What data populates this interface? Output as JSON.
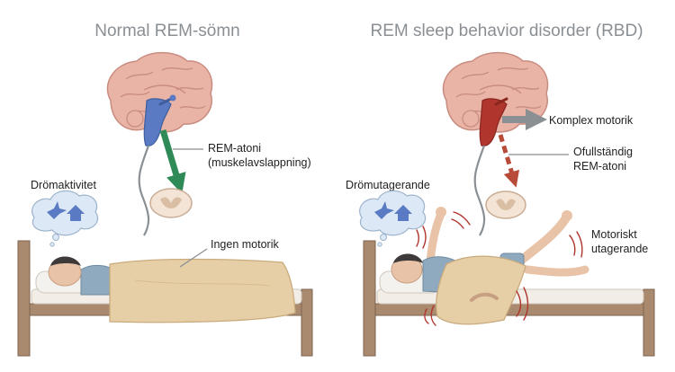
{
  "panels": {
    "left": {
      "title": "Normal REM-sömn",
      "atonia_line1": "REM-atoni",
      "atonia_line2": "(muskelavslappning)",
      "dream_label": "Drömaktivitet",
      "motor_label": "Ingen motorik"
    },
    "right": {
      "title": "REM sleep behavior disorder (RBD)",
      "complex_label": "Komplex motorik",
      "incomplete_line1": "Ofullständig",
      "incomplete_line2": "REM-atoni",
      "dream_label": "Drömutagerande",
      "acting_line1": "Motoriskt",
      "acting_line2": "utagerande"
    }
  },
  "colors": {
    "title_gray": "#8a8f94",
    "brain_pink": "#e9b3a6",
    "brainstem_blue": "#5a7bc4",
    "brainstem_red": "#b0352d",
    "arrow_green": "#2e8b57",
    "arrow_red_dashed": "#b84a3a",
    "arrow_gray": "#8a8f94",
    "bed_wood": "#a98a6e",
    "blanket": "#e6cfa6",
    "shirt": "#8fa9be",
    "cloud": "#dce8f5",
    "motion_lines": "#b0352d"
  },
  "icons": [
    "bird-icon",
    "house-icon",
    "brain-icon",
    "spinal-cord-icon"
  ]
}
